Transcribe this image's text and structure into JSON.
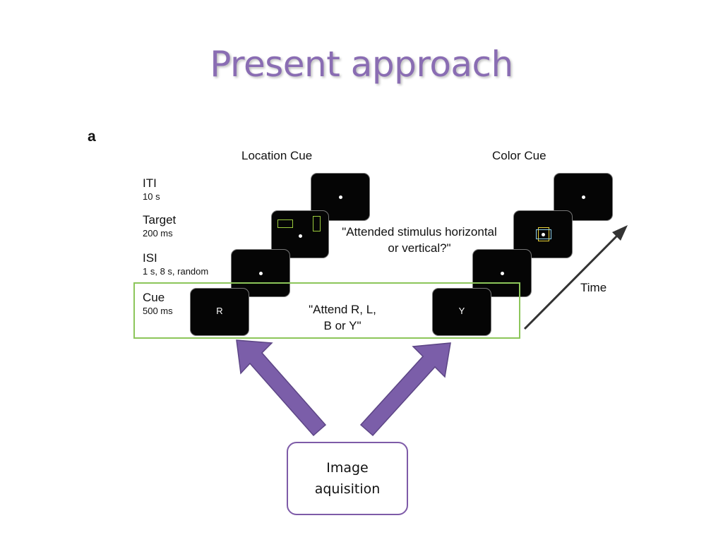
{
  "slide": {
    "title": "Present approach"
  },
  "figure": {
    "panel_letter": "a",
    "columns": {
      "location": "Location Cue",
      "color": "Color Cue"
    },
    "rows": [
      {
        "name": "ITI",
        "duration": "10 s"
      },
      {
        "name": "Target",
        "duration": "200 ms"
      },
      {
        "name": "ISI",
        "duration": "1 s, 8 s, random"
      },
      {
        "name": "Cue",
        "duration": "500 ms"
      }
    ],
    "cue_letters": {
      "location": "R",
      "color": "Y"
    },
    "quotes": {
      "attend_line1": "\"Attend R, L,",
      "attend_line2": "B or Y\"",
      "question_line1": "\"Attended stimulus horizontal",
      "question_line2": "or vertical?\""
    },
    "time_label": "Time",
    "colors": {
      "green_highlight": "#8cc65a",
      "target_rect": "#9ccc3c",
      "color_target_yellow": "#e8d23a",
      "purple_arrow": "#7b5ea9",
      "title_color": "#8a6db3"
    }
  },
  "callout": {
    "line1": "Image",
    "line2": "aquisition"
  }
}
